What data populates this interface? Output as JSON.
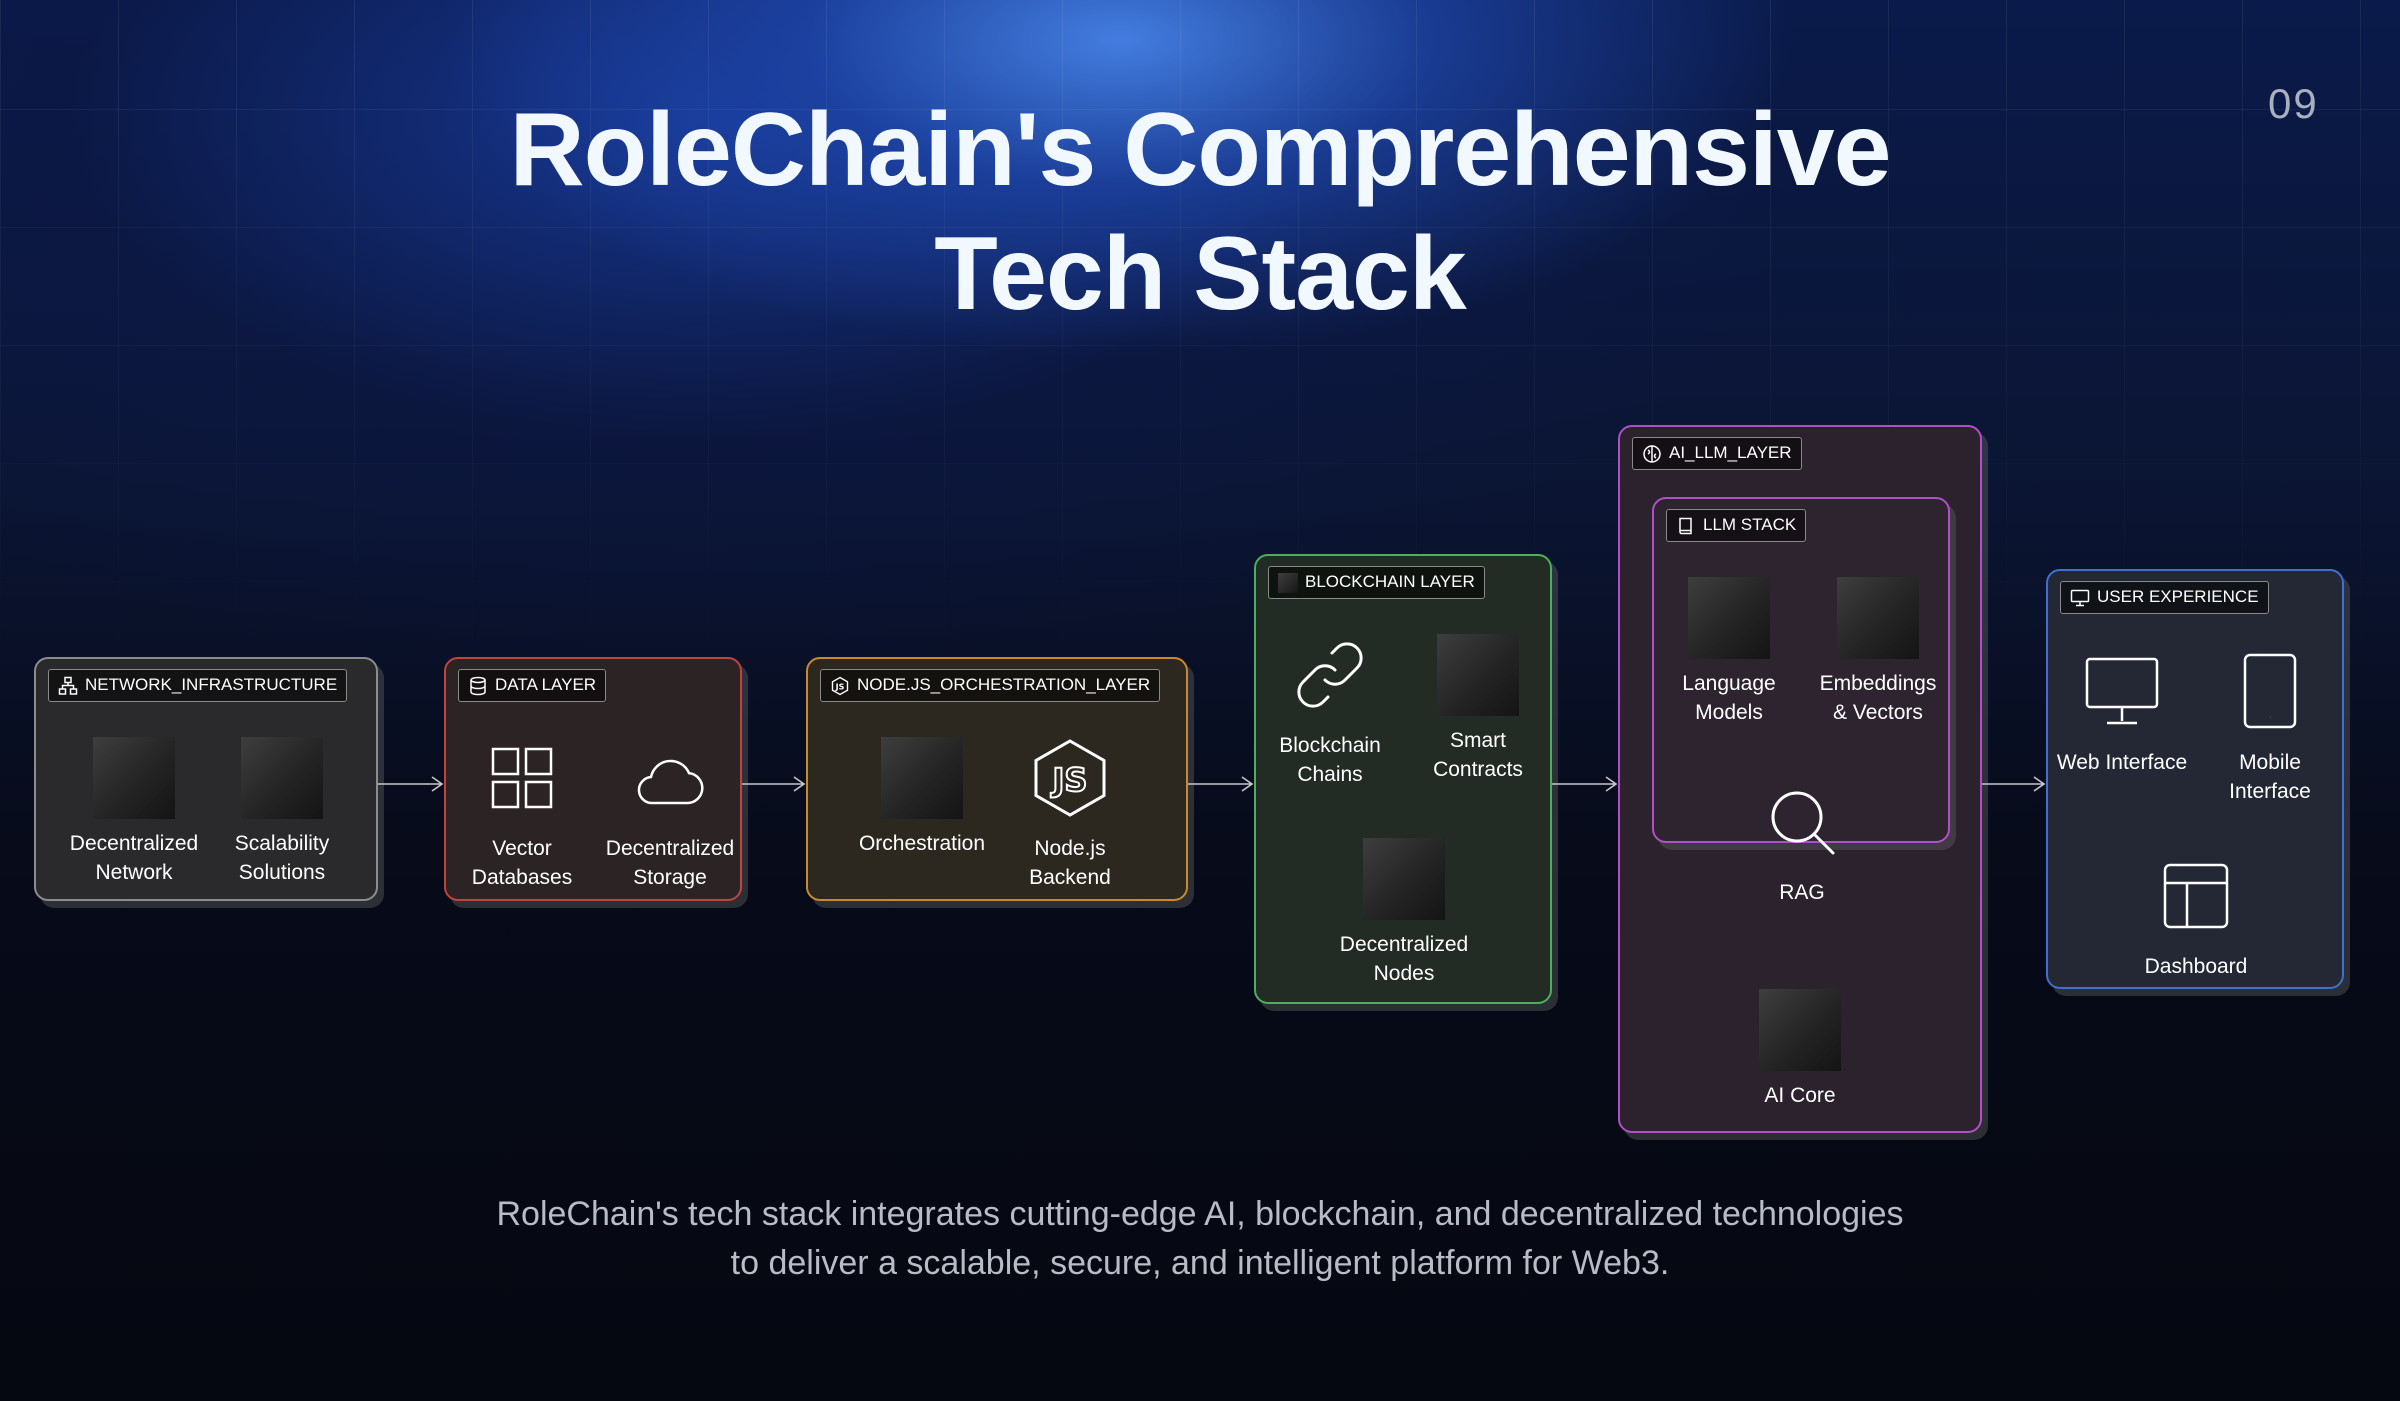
{
  "page_number": "09",
  "title": {
    "line1": "RoleChain's Comprehensive",
    "line2": "Tech Stack"
  },
  "subtitle": {
    "line1": "RoleChain's tech stack integrates cutting-edge AI, blockchain, and decentralized technologies",
    "line2": "to deliver a scalable, secure, and intelligent platform for Web3."
  },
  "diagram": {
    "network_infrastructure": {
      "tag": "NETWORK_INFRASTRUCTURE",
      "items": [
        "Decentralized\nNetwork",
        "Scalability\nSolutions"
      ]
    },
    "data_layer": {
      "tag": "DATA LAYER",
      "items": [
        "Vector\nDatabases",
        "Decentralized\nStorage"
      ]
    },
    "nodejs_orchestration_layer": {
      "tag": "NODE.JS_ORCHESTRATION_LAYER",
      "items": [
        "Orchestration",
        "Node.js\nBackend"
      ]
    },
    "blockchain_layer": {
      "tag": "BLOCKCHAIN LAYER",
      "items": [
        "Blockchain\nChains",
        "Smart\nContracts",
        "Decentralized\nNodes"
      ]
    },
    "ai_llm_layer": {
      "tag": "AI_LLM_LAYER",
      "llm_stack": {
        "tag": "LLM STACK",
        "items": [
          "Language\nModels",
          "Embeddings\n& Vectors",
          "RAG"
        ]
      },
      "core": "AI Core"
    },
    "user_experience": {
      "tag": "USER EXPERIENCE",
      "items": [
        "Web Interface",
        "Mobile\nInterface",
        "Dashboard"
      ]
    }
  },
  "colors": {
    "network_border": "#8c8c8c",
    "data_border": "#c0443c",
    "nodejs_border": "#c88a2a",
    "blockchain_border": "#4fae5c",
    "ai_border": "#b04fc8",
    "ux_border": "#3f6fd0"
  }
}
